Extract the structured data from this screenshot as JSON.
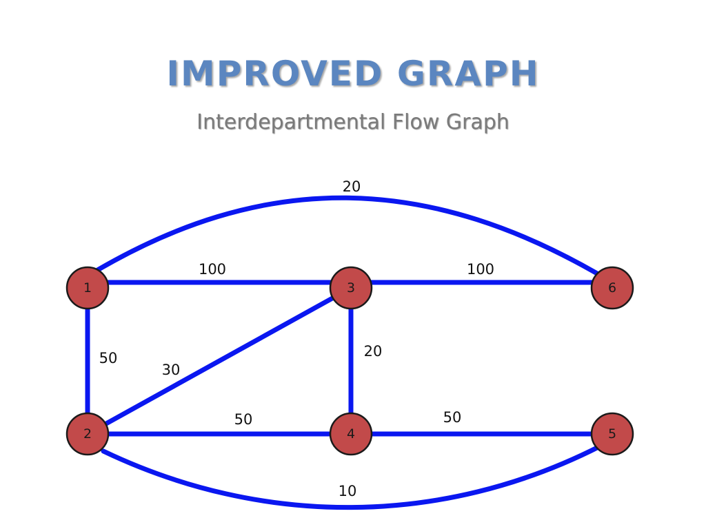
{
  "slide": {
    "title": "IMPROVED GRAPH",
    "subtitle": "Interdepartmental Flow Graph"
  },
  "colors": {
    "title": "#5b86c0",
    "subtitle": "#7a7a7a",
    "edge": "#0a17f0",
    "node_fill": "#c24a4a",
    "node_stroke": "#1a1a1a"
  },
  "graph": {
    "nodes": [
      {
        "id": "1",
        "label": "1"
      },
      {
        "id": "2",
        "label": "2"
      },
      {
        "id": "3",
        "label": "3"
      },
      {
        "id": "4",
        "label": "4"
      },
      {
        "id": "5",
        "label": "5"
      },
      {
        "id": "6",
        "label": "6"
      }
    ],
    "edges": [
      {
        "from": "1",
        "to": "6",
        "weight": "20"
      },
      {
        "from": "1",
        "to": "3",
        "weight": "100"
      },
      {
        "from": "3",
        "to": "6",
        "weight": "100"
      },
      {
        "from": "1",
        "to": "2",
        "weight": "50"
      },
      {
        "from": "2",
        "to": "3",
        "weight": "30"
      },
      {
        "from": "3",
        "to": "4",
        "weight": "20"
      },
      {
        "from": "2",
        "to": "4",
        "weight": "50"
      },
      {
        "from": "4",
        "to": "5",
        "weight": "50"
      },
      {
        "from": "2",
        "to": "5",
        "weight": "10"
      }
    ]
  }
}
